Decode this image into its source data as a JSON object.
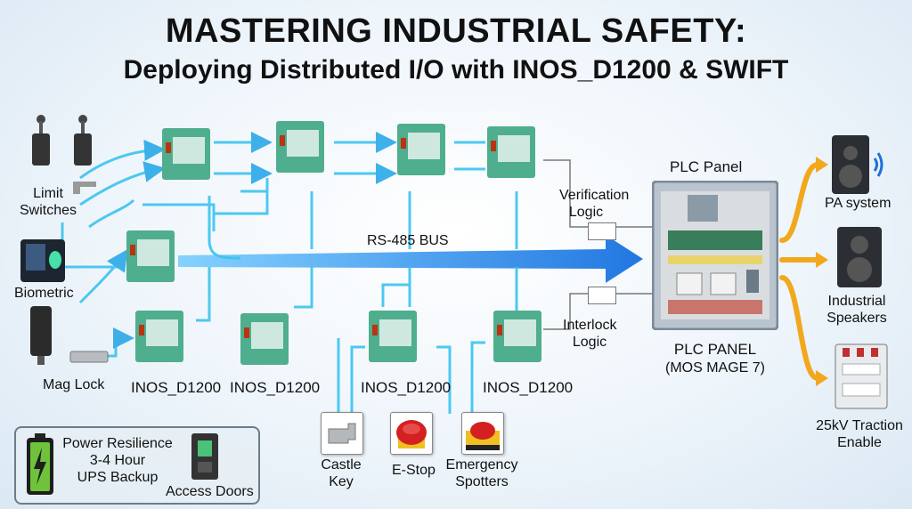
{
  "title": {
    "main": "MASTERING INDUSTRIAL SAFETY:",
    "sub": "Deploying Distributed I/O with INOS_D1200 & SWIFT"
  },
  "inputs": {
    "limit_switches": "Limit\nSwitches",
    "biometric": "Biometric",
    "mag_lock": "Mag Lock"
  },
  "modules": {
    "label": "INOS_D1200"
  },
  "bus": {
    "label": "RS-485 BUS"
  },
  "logic": {
    "verification": "Verification\nLogic",
    "interlock": "Interlock\nLogic"
  },
  "plc": {
    "top_label": "PLC Panel",
    "bottom_label": "PLC PANEL",
    "model": "(MOS MAGE 7)"
  },
  "outputs": {
    "pa": "PA system",
    "speakers": "Industrial\nSpeakers",
    "traction": "25kV Traction\nEnable"
  },
  "bottom_devices": {
    "castle_key": "Castle\nKey",
    "estop": "E-Stop",
    "emergency": "Emergency\nSpotters"
  },
  "power": {
    "resilience": "Power Resilience\n3-4 Hour\nUPS Backup",
    "access_doors": "Access Doors"
  },
  "colors": {
    "bus": "#1e90ff",
    "wire": "#3cc3f0",
    "module": "#4fae8d",
    "output_arrow": "#f2a81d"
  }
}
